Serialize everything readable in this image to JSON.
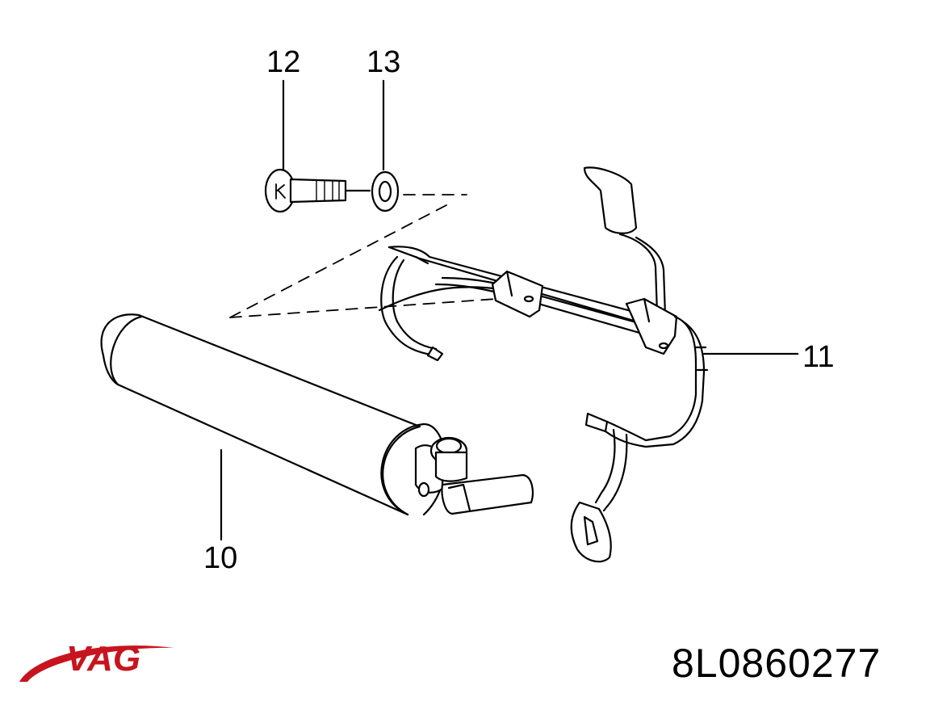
{
  "callouts": {
    "bolt": "12",
    "washer": "13",
    "bracket": "11",
    "extinguisher": "10"
  },
  "part_number": "8L0860277",
  "brand": {
    "name": "VAG",
    "color": "#c8141e"
  },
  "colors": {
    "line": "#000000",
    "background": "#ffffff"
  }
}
